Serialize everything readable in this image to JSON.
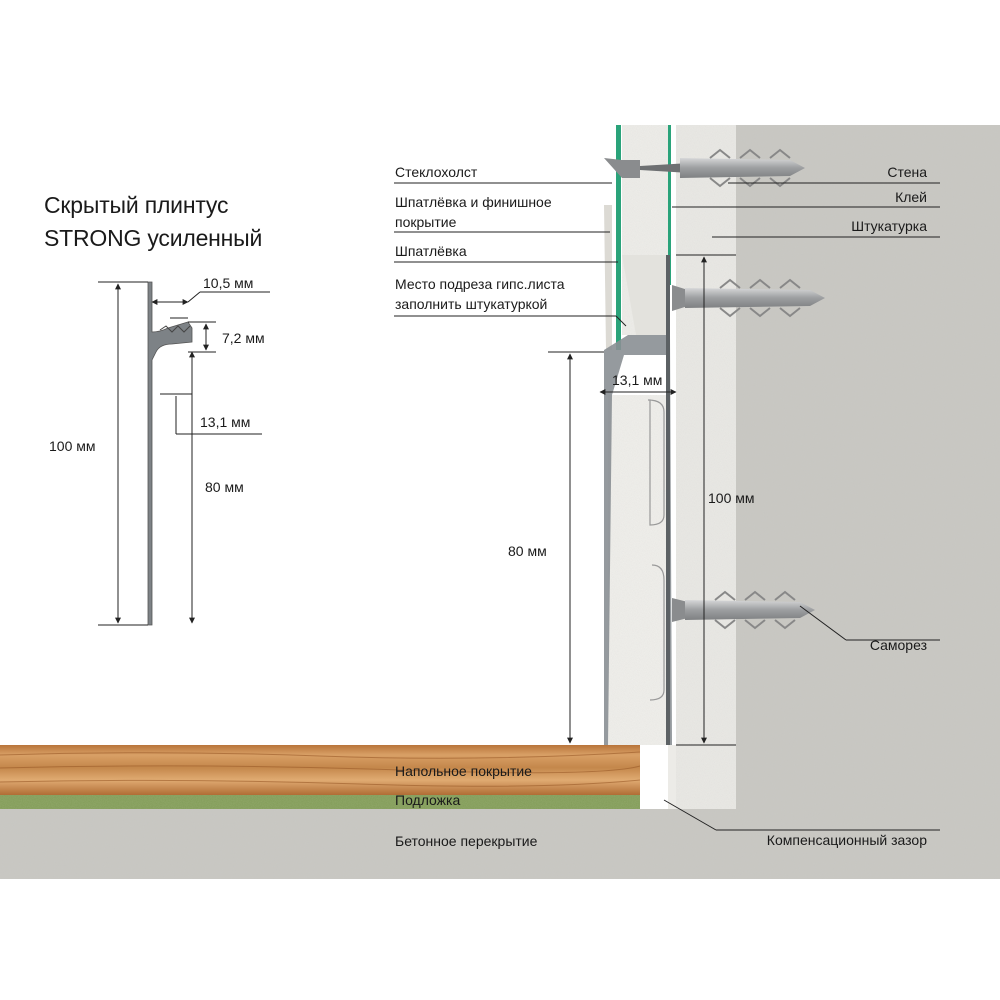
{
  "title": {
    "line1": "Скрытый плинтус",
    "line2": "STRONG усиленный"
  },
  "profile_dimensions": {
    "width_top": "10,5 мм",
    "step": "7,2 мм",
    "depth": "13,1 мм",
    "height_total": "100 мм",
    "height_face": "80 мм"
  },
  "section_dimensions": {
    "depth": "13,1 мм",
    "height_face": "80 мм",
    "height_total": "100 мм"
  },
  "labels": {
    "fiberglass": "Стеклохолст",
    "putty_finish_1": "Шпатлёвка и финишное",
    "putty_finish_2": "покрытие",
    "putty": "Шпатлёвка",
    "cut_place_1": "Место подреза гипс.листа",
    "cut_place_2": "заполнить штукатуркой",
    "wall": "Стена",
    "glue": "Клей",
    "plaster": "Штукатурка",
    "screw": "Саморез",
    "floor_covering": "Напольное покрытие",
    "underlay": "Подложка",
    "concrete_slab": "Бетонное перекрытие",
    "expansion_gap": "Компенсационный зазор"
  },
  "colors": {
    "concrete": "#c9c8c3",
    "plaster": "#ecebe7",
    "wood": "#c98a4e",
    "underlay": "#7f9a55",
    "glass": "#2aa37a",
    "profile": "#8a8f93",
    "dowel": "#a7a9ab"
  }
}
